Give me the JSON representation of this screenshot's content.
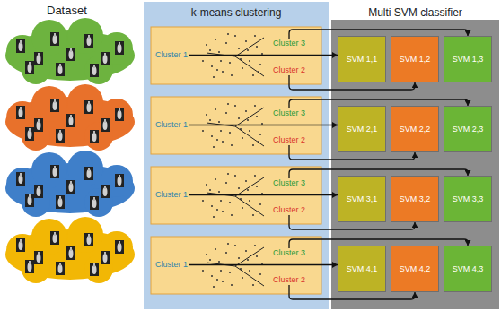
{
  "diagram": {
    "nodes": [
      {
        "text": [
          "k-means clustering"
        ]
      },
      {
        "text": [
          "Multi SVM classifier"
        ]
      },
      {
        "text": [
          "Cluster 1"
        ],
        "in": 0
      },
      {
        "text": [
          "Cluster 3"
        ],
        "in": 0
      },
      {
        "text": [
          "Cluster 2"
        ],
        "in": 0
      },
      {
        "text": [
          "Cluster 1"
        ],
        "in": 0
      },
      {
        "text": [
          "Cluster 3"
        ],
        "in": 0
      },
      {
        "text": [
          "Cluster 2"
        ],
        "in": 0
      },
      {
        "text": [
          "Cluster 1"
        ],
        "in": 0
      },
      {
        "text": [
          "Cluster 3"
        ],
        "in": 0
      },
      {
        "text": [
          "Cluster 2"
        ],
        "in": 0
      },
      {
        "text": [
          "Cluster 1"
        ],
        "in": 0
      },
      {
        "text": [
          "Cluster 3"
        ],
        "in": 0
      },
      {
        "text": [
          "Cluster 2"
        ],
        "in": 0
      },
      {
        "text": [
          "SVM 1,1"
        ],
        "in": 1
      },
      {
        "text": [
          "SVM 1,2"
        ],
        "in": 1
      },
      {
        "text": [
          "SVM 1,3"
        ],
        "in": 1
      },
      {
        "text": [
          "SVM 2,1"
        ],
        "in": 1
      },
      {
        "text": [
          "SVM 2,2"
        ],
        "in": 1
      },
      {
        "text": [
          "SVM 2,3"
        ],
        "in": 1
      },
      {
        "text": [
          "SVM 3,1"
        ],
        "in": 1
      },
      {
        "text": [
          "SVM 3,2"
        ],
        "in": 1
      },
      {
        "text": [
          "SVM 3,3"
        ],
        "in": 1
      },
      {
        "text": [
          "SVM 4,1"
        ],
        "in": 1
      },
      {
        "text": [
          "SVM 4,2"
        ],
        "in": 1
      },
      {
        "text": [
          "SVM 4,3"
        ],
        "in": 1
      }
    ],
    "edges": [
      {
        "from": 2,
        "to": 14,
        "arrow": "to"
      },
      {
        "from": 3,
        "to": 16,
        "arrow": "to"
      },
      {
        "from": 4,
        "to": 15,
        "arrow": "to"
      },
      {
        "from": 5,
        "to": 17,
        "arrow": "to"
      },
      {
        "from": 6,
        "to": 19,
        "arrow": "to"
      },
      {
        "from": 7,
        "to": 18,
        "arrow": "to"
      },
      {
        "from": 8,
        "to": 20,
        "arrow": "to"
      },
      {
        "from": 9,
        "to": 22,
        "arrow": "to"
      },
      {
        "from": 10,
        "to": 21,
        "arrow": "to"
      },
      {
        "from": 11,
        "to": 23,
        "arrow": "to"
      },
      {
        "from": 12,
        "to": 25,
        "arrow": "to"
      },
      {
        "from": 13,
        "to": 24,
        "arrow": "to"
      }
    ],
    "labels": [
      "Dataset"
    ]
  }
}
